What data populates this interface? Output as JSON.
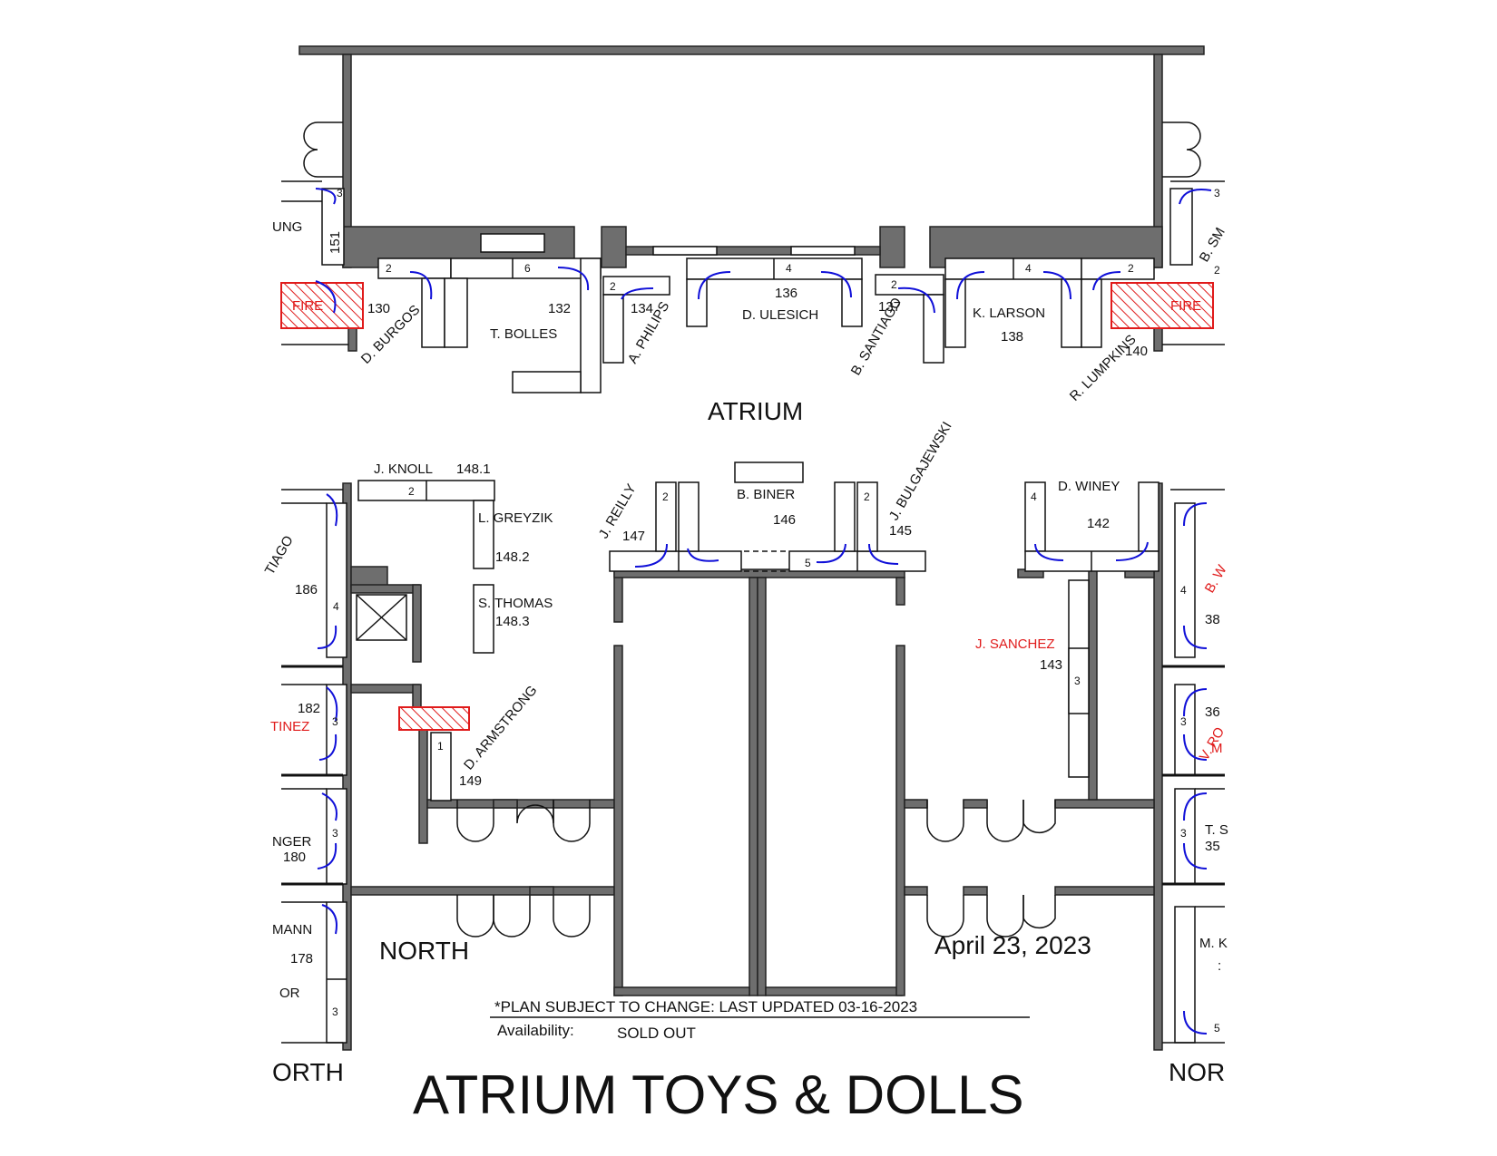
{
  "title": "ATRIUM TOYS & DOLLS",
  "areas": {
    "atrium": "ATRIUM",
    "north": "NORTH",
    "north_left": "ORTH",
    "north_right": "NOR"
  },
  "date": "April 23, 2023",
  "note": "*PLAN SUBJECT TO CHANGE: LAST UPDATED 03-16-2023",
  "availability": {
    "label": "Availability:",
    "value": "SOLD OUT"
  },
  "fire_label": "FIRE",
  "booths": {
    "b130": {
      "num": "130",
      "name": "D. BURGOS",
      "tables": "2"
    },
    "b132": {
      "num": "132",
      "name": "T. BOLLES",
      "tables": "6"
    },
    "b134": {
      "num": "134",
      "name": "A. PHILIPS",
      "tables": "2"
    },
    "b136": {
      "num": "136",
      "name": "D. ULESICH",
      "tables": "4"
    },
    "b137": {
      "num": "137",
      "name": "B. SANTIAGO",
      "tables": "2"
    },
    "b138": {
      "num": "138",
      "name": "K. LARSON",
      "tables": "4"
    },
    "b140": {
      "num": "140",
      "name": "R. LUMPKINS",
      "tables": "2"
    },
    "b151": {
      "num": "151",
      "name": "UNG",
      "tables": "3"
    },
    "b148_1": {
      "num": "148.1",
      "name": "J. KNOLL",
      "tables": "2"
    },
    "b148_2": {
      "num": "148.2",
      "name": "L. GREYZIK"
    },
    "b148_3": {
      "num": "148.3",
      "name": "S. THOMAS"
    },
    "b147": {
      "num": "147",
      "name": "J. REILLY",
      "tables": "2"
    },
    "b146": {
      "num": "146",
      "name": "B. BINER"
    },
    "b145": {
      "num": "145",
      "name": "J. BULGAJEWSKI",
      "tables": "2",
      "tables2": "5"
    },
    "b142": {
      "num": "142",
      "name": "D. WINEY",
      "tables": "4"
    },
    "b143": {
      "num": "143",
      "name": "J. SANCHEZ",
      "tables": "3"
    },
    "b149": {
      "num": "149",
      "name": "D. ARMSTRONG",
      "tables": "1"
    },
    "b186": {
      "num": "186",
      "name": "TIAGO",
      "tables": "4"
    },
    "b182": {
      "num": "182",
      "name": "TINEZ",
      "tables": "3"
    },
    "b180": {
      "num": "180",
      "name": "NGER",
      "tables": "3"
    },
    "b178": {
      "num": "178",
      "name": "MANN",
      "name2": "OR",
      "tables": "3"
    },
    "b38": {
      "num": "38",
      "name": "B. W",
      "tables": "4"
    },
    "b36": {
      "num": "36",
      "name": "V. RO",
      "name2": "M",
      "tables": "3"
    },
    "b35": {
      "num": "35",
      "name": "T. S",
      "tables": "3"
    },
    "bright_top": {
      "name": "B. SM",
      "tables": "3",
      "tables2": "2"
    },
    "bright_bottom": {
      "name": "M. K",
      "name2": ":",
      "tables": "5"
    }
  },
  "colors": {
    "wall": "#6e6e6e",
    "booth_outline": "#111111",
    "seating_arc": "#1010d8",
    "fire": "#e01b1b",
    "highlight_name": "#e01b1b"
  }
}
